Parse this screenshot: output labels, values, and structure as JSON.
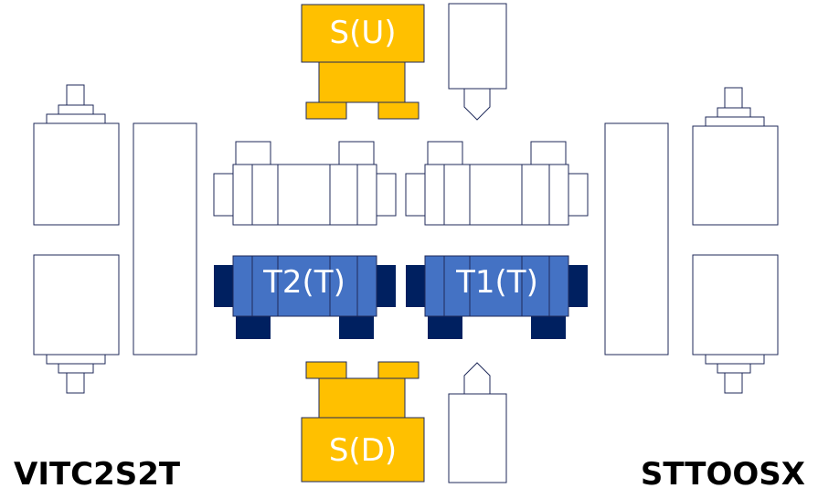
{
  "labels": {
    "top_station": "S(U)",
    "bottom_station": "S(D)",
    "left_transfer": "T2(T)",
    "right_transfer": "T1(T)",
    "left_corner": "VITC2S2T",
    "right_corner": "STTOOSX"
  },
  "colors": {
    "station": "#ffc000",
    "transfer": "#4472c4",
    "transfer_dark": "#002060",
    "outline": "#1f2a5a"
  }
}
